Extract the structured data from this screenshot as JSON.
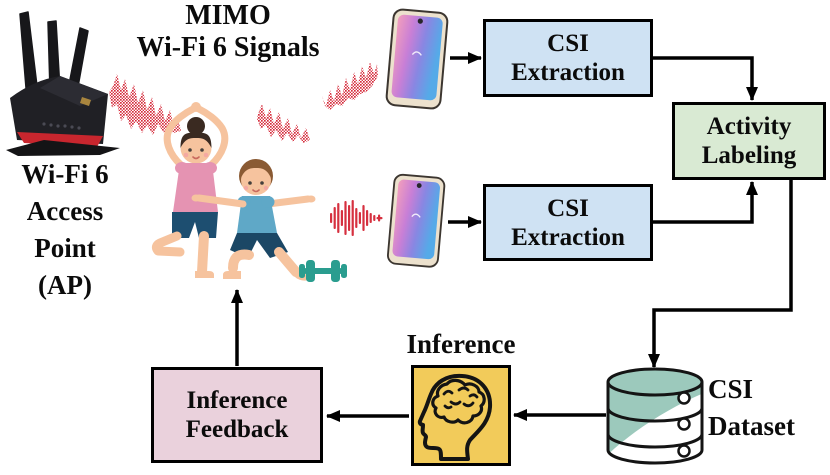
{
  "diagram": {
    "title": {
      "line1": "MIMO",
      "line2": "Wi-Fi 6 Signals"
    },
    "access_point_label": {
      "line1": "Wi-Fi 6",
      "line2": "Access",
      "line3": "Point",
      "line4": "(AP)"
    },
    "boxes": {
      "csi_extraction_top": {
        "line1": "CSI",
        "line2": "Extraction"
      },
      "csi_extraction_bottom": {
        "line1": "CSI",
        "line2": "Extraction"
      },
      "activity_labeling": {
        "line1": "Activity",
        "line2": "Labeling"
      },
      "inference_feedback": {
        "line1": "Inference",
        "line2": "Feedback"
      }
    },
    "inference_label": "Inference",
    "dataset_label": {
      "line1": "CSI",
      "line2": "Dataset"
    },
    "colors": {
      "csi_box_fill": "#cfe2f3",
      "activity_box_fill": "#d9ead3",
      "feedback_box_fill": "#ead1dc",
      "inference_box_fill": "#f2cb5a",
      "box_border": "#000000",
      "signal_red": "#d6303f",
      "database_teal": "#9cc9bc",
      "dumbbell_teal": "#2a9d8f",
      "arrow_black": "#000000"
    },
    "icons": {
      "router": "wifi6-router-icon",
      "phone_top": "smartphone-icon",
      "phone_bottom": "smartphone-icon",
      "signals": "signal-waveform-icon",
      "signal_bars": "signal-bars-icon",
      "people": "people-exercising-icon",
      "dumbbell": "dumbbell-icon",
      "brain": "brain-head-icon",
      "database": "database-cylinder-icon"
    }
  }
}
